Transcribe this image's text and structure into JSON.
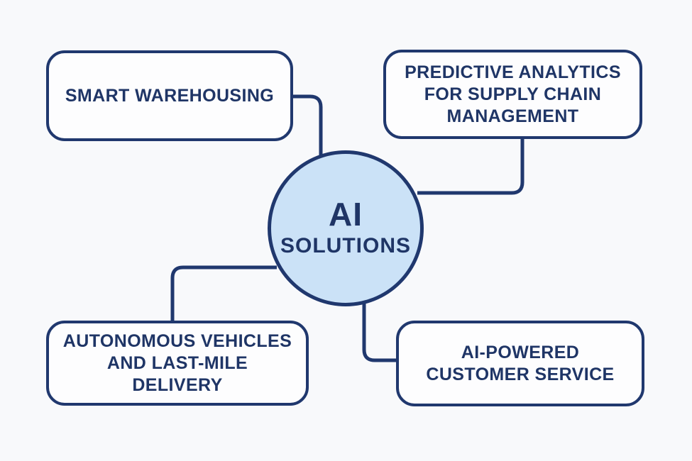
{
  "diagram": {
    "center": {
      "line1": "AI",
      "line2": "SOLUTIONS"
    },
    "nodes": [
      {
        "id": "smart-warehousing",
        "lines": [
          "SMART WAREHOUSING"
        ]
      },
      {
        "id": "predictive-analytics",
        "lines": [
          "PREDICTIVE ANALYTICS",
          "FOR SUPPLY CHAIN",
          "MANAGEMENT"
        ]
      },
      {
        "id": "autonomous-vehicles",
        "lines": [
          "AUTONOMOUS VEHICLES",
          "AND LAST-MILE",
          "DELIVERY"
        ]
      },
      {
        "id": "ai-powered-customer-service",
        "lines": [
          "AI-POWERED",
          "CUSTOMER SERVICE"
        ]
      }
    ],
    "colors": {
      "line_and_border": "#20386e",
      "text": "#1f3566",
      "circle_fill": "#cbe2f7",
      "box_fill": "#fdfdfe",
      "background": "#f8f9fb"
    }
  }
}
